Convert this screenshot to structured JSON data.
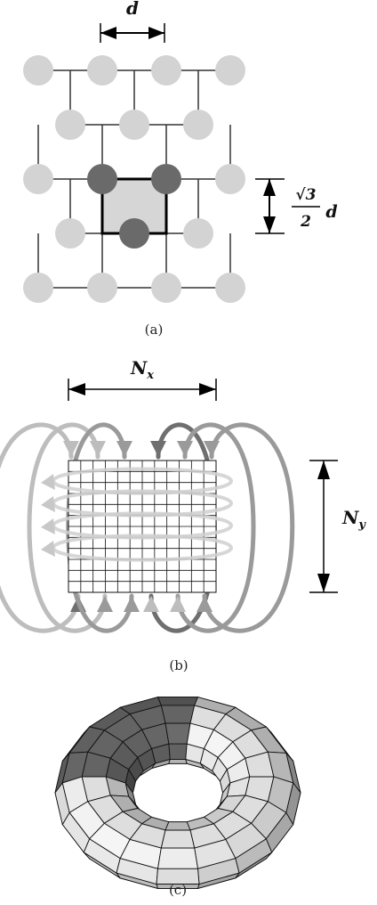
{
  "panel_a": {
    "spacing_label": "d",
    "height_label": {
      "numerator": "√3",
      "denominator": "2",
      "symbol": "d"
    },
    "caption": "(a)"
  },
  "panel_b": {
    "width_label": {
      "symbol": "N",
      "sub": "x"
    },
    "height_label": {
      "symbol": "N",
      "sub": "y"
    },
    "caption": "(b)"
  },
  "panel_c": {
    "caption": "(c)"
  },
  "colors": {
    "node_light": "#d3d3d3",
    "node_dark": "#6a6a6a",
    "cell_fill": "#d6d6d6",
    "line": "#222222",
    "arrow_light": "#bdbdbd",
    "arrow_mid": "#9a9a9a",
    "arrow_dark": "#6f6f6f"
  }
}
